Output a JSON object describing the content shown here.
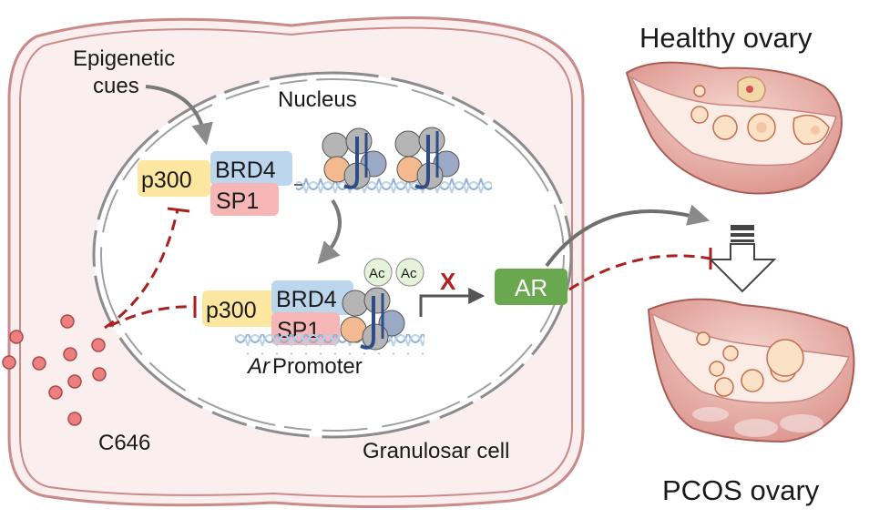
{
  "labels": {
    "epigenetic_cues_line1": "Epigenetic",
    "epigenetic_cues_line2": "cues",
    "nucleus": "Nucleus",
    "c646": "C646",
    "granulosa_cell": "Granulosar cell",
    "healthy_ovary": "Healthy ovary",
    "pcos_ovary": "PCOS ovary",
    "ar_promoter_italic": "Ar",
    "ar_promoter_rest": " Promoter"
  },
  "complex_top": {
    "p300": "p300",
    "brd4": "BRD4",
    "sp1": "SP1"
  },
  "complex_bottom": {
    "p300": "p300",
    "brd4": "BRD4",
    "sp1": "SP1"
  },
  "acetyl_marks": [
    "Ac",
    "Ac"
  ],
  "ar_box": "AR",
  "block_mark": "X",
  "colors": {
    "cell_membrane": "#c98a8a",
    "cell_fill": "#fbeeee",
    "p300_fill": "#fde7a0",
    "brd4_fill": "#bcd6ee",
    "sp1_fill": "#f7b6b6",
    "ar_fill": "#6aa84f",
    "inhibitor": "#a82020",
    "c646_dot": "#ee7f7f",
    "nucleus_line": "#8c8c8c",
    "dna": "#9bbad8"
  }
}
